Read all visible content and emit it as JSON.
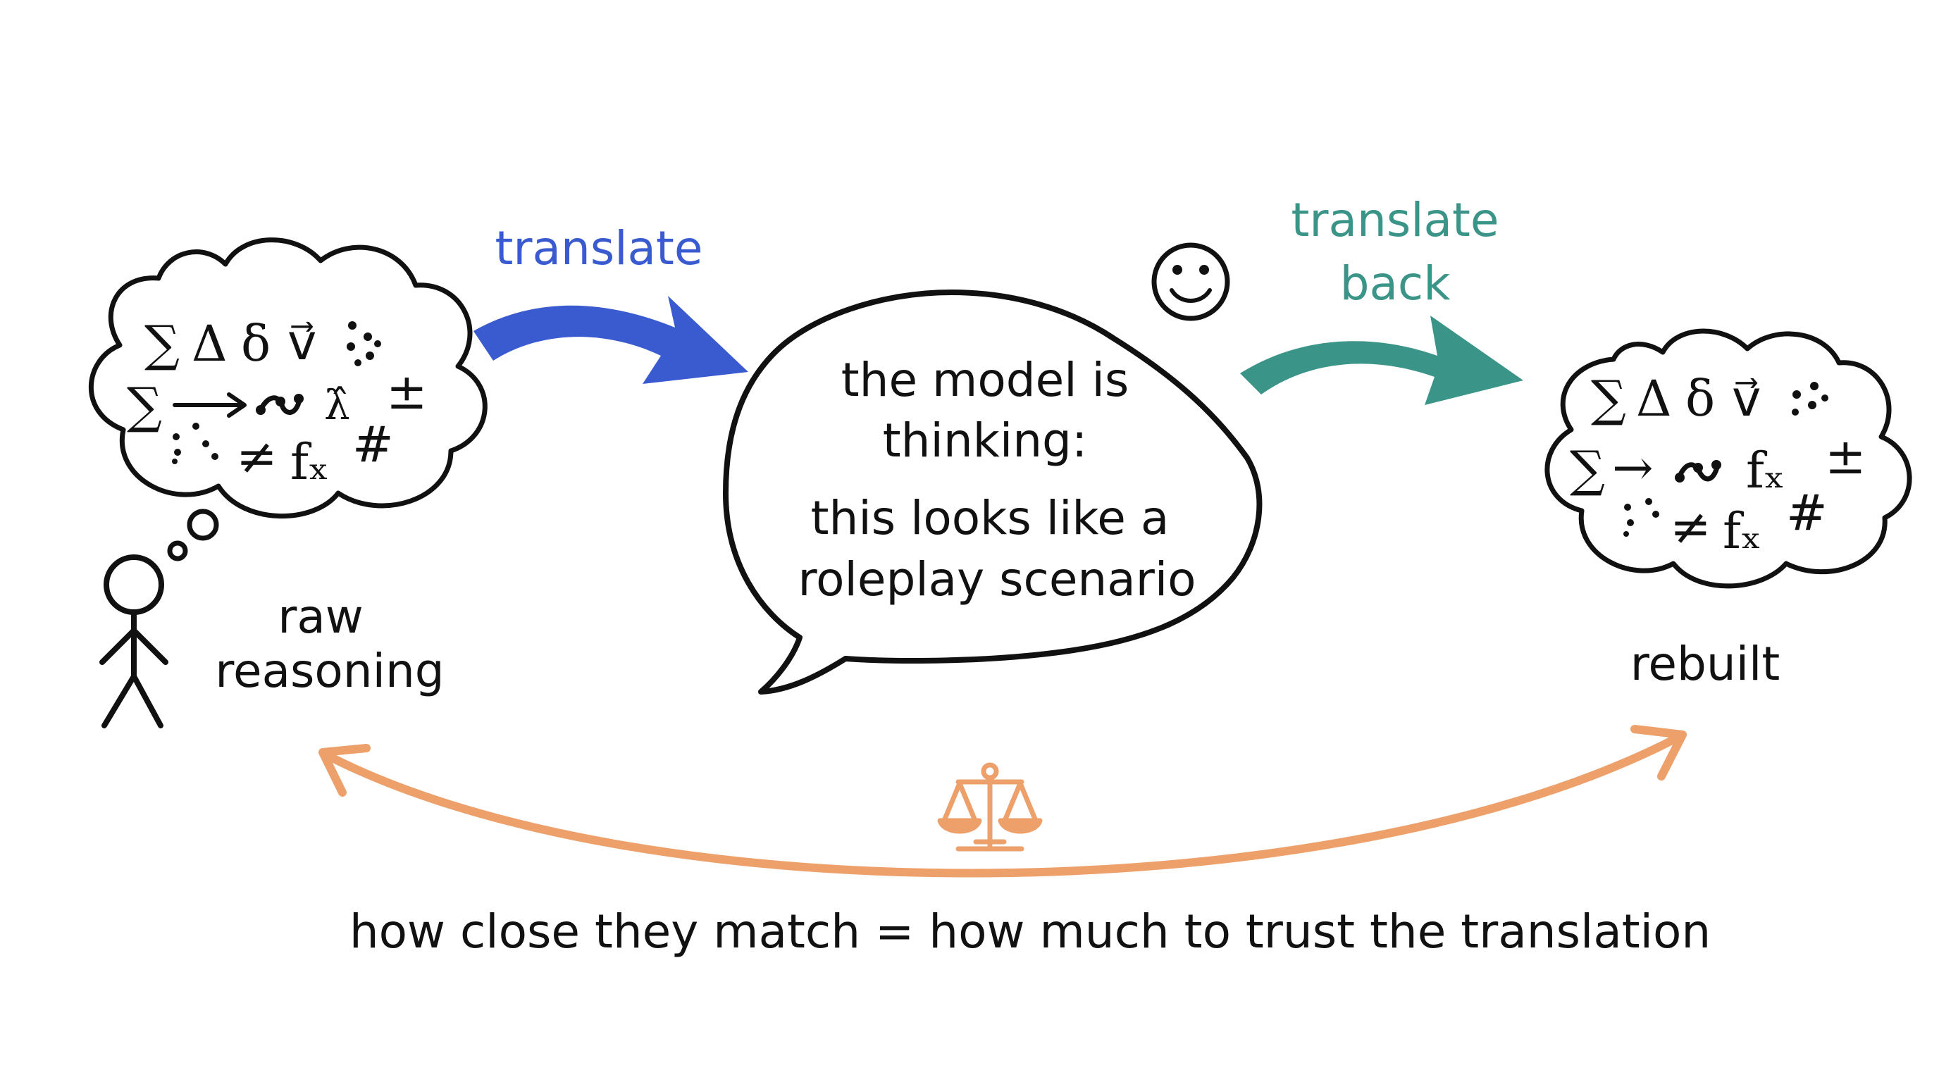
{
  "labels": {
    "translate": "translate",
    "translate_back_line1": "translate",
    "translate_back_line2": "back",
    "bubble_line1": "the model is",
    "bubble_line2": "thinking:",
    "bubble_line3": "this looks like a",
    "bubble_line4": "roleplay scenario",
    "raw_line1": "raw",
    "raw_line2": "reasoning",
    "rebuilt": "rebuilt",
    "caption": "how close they match = how much to trust the translation"
  },
  "raw_cloud_symbols": {
    "row1": [
      "∑",
      "Δ",
      "δ",
      "v⃗"
    ],
    "row2": [
      "∑",
      "λ̂",
      "±"
    ],
    "row3": [
      "≠",
      "fₓ",
      "#"
    ]
  },
  "rebuilt_cloud_symbols": {
    "row1": [
      "∑",
      "Δ",
      "δ",
      "v⃗"
    ],
    "row2": [
      "∑",
      "→",
      "fₓ",
      "±"
    ],
    "row3": [
      "≠",
      "fₓ",
      "#"
    ]
  },
  "colors": {
    "translate_arrow": "#3a5bcf",
    "translate_back_arrow": "#3a9487",
    "compare_arc": "#eea06b",
    "ink": "#111111"
  },
  "icons": [
    "thought-cloud-icon",
    "stick-figure-icon",
    "speech-bubble-icon",
    "smiley-icon",
    "balance-scale-icon"
  ]
}
